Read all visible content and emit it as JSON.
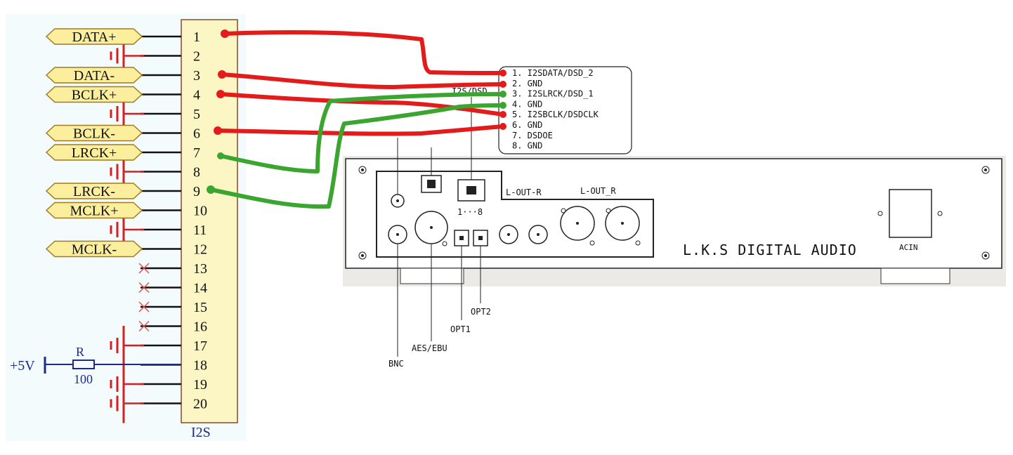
{
  "connector": {
    "label": "I2S",
    "pins": [
      "1",
      "2",
      "3",
      "4",
      "5",
      "6",
      "7",
      "8",
      "9",
      "10",
      "11",
      "12",
      "13",
      "14",
      "15",
      "16",
      "17",
      "18",
      "19",
      "20"
    ]
  },
  "signals": [
    "DATA+",
    "DATA-",
    "BCLK+",
    "BCLK-",
    "LRCK+",
    "LRCK-",
    "MCLK+",
    "MCLK-"
  ],
  "power": {
    "label": "+5V",
    "resistor_name": "R",
    "resistor_value": "100"
  },
  "pinout_box": {
    "header": "I2S/DSD",
    "lines": [
      "1. I2SDATA/DSD_2",
      "2. GND",
      "3. I2SLRCK/DSD_1",
      "4. GND",
      "5. I2SBCLK/DSDCLK",
      "6. GND",
      "7. DSDOE",
      "8. GND"
    ]
  },
  "device": {
    "brand": "L.K.S DIGITAL AUDIO",
    "output_labels": [
      "L-OUT-R",
      "L-OUT_R"
    ],
    "range_label": "1···8",
    "ac_label": "ACIN",
    "port_callouts": [
      "BNC",
      "AES/EBU",
      "OPT1",
      "OPT2"
    ]
  },
  "colors": {
    "signal_wire": "#e31b1b",
    "gnd_wire": "#3aa52f",
    "tag_fill": "#fbef9e",
    "ink": "#1c2a8a"
  }
}
